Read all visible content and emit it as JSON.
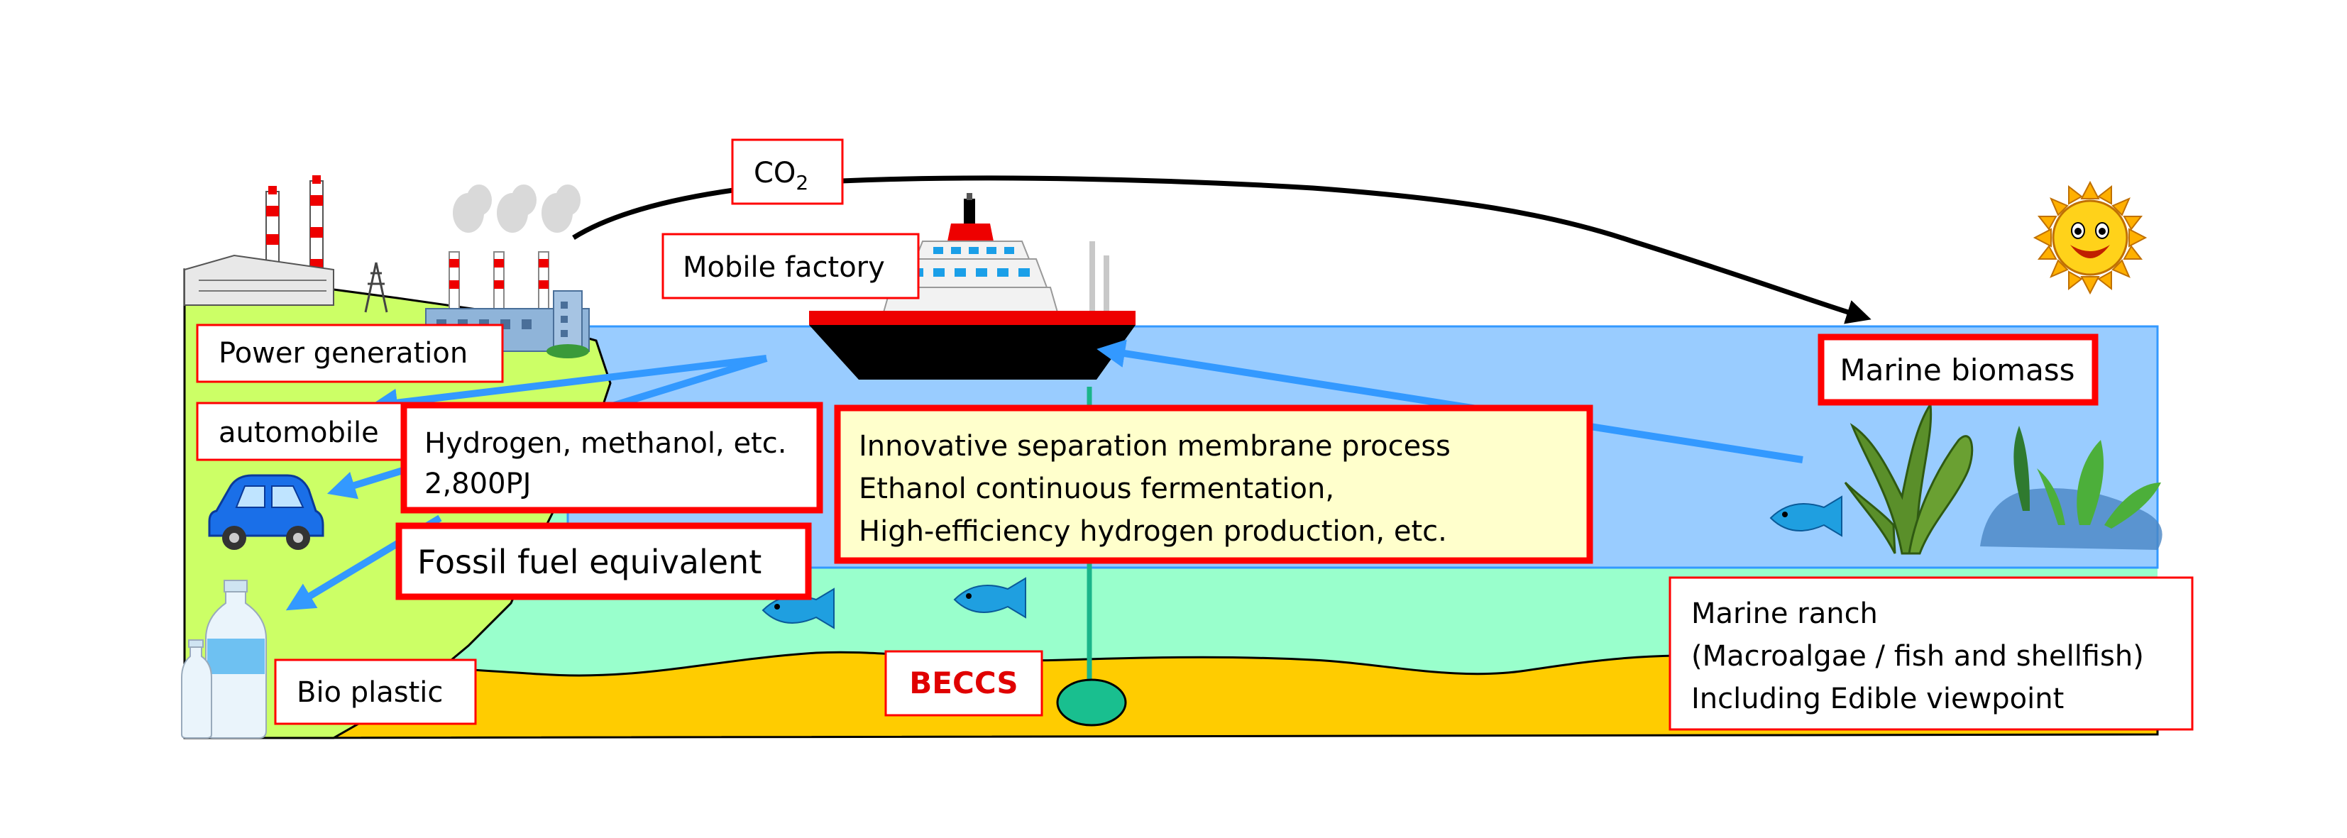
{
  "labels": {
    "co2_main": "CO",
    "co2_sub": "2",
    "mobile_factory": "Mobile factory",
    "power_generation": "Power generation",
    "automobile": "automobile",
    "hydrogen_line1": "Hydrogen, methanol, etc.",
    "hydrogen_line2": "2,800PJ",
    "fossil_fuel": "Fossil fuel equivalent",
    "bio_plastic": "Bio plastic",
    "beccs": "BECCS",
    "process_line1": "Innovative separation membrane process",
    "process_line2": "Ethanol continuous fermentation,",
    "process_line3": "High-efficiency hydrogen production, etc.",
    "marine_biomass": "Marine biomass",
    "ranch_line1": "Marine ranch",
    "ranch_line2": "(Macroalgae / fish and shellfish)",
    "ranch_line3": "Including Edible viewpoint"
  },
  "icons": {
    "sun": "sun-icon",
    "ship": "ship-icon",
    "factory": "factory-icon",
    "power_plant": "power-plant-icon",
    "car": "car-icon",
    "bottle": "bottle-icon",
    "fish": "fish-icon",
    "seaweed": "seaweed-icon"
  },
  "colors": {
    "sea_upper": "#99ccff",
    "sea_lower": "#99ffcc",
    "seabed": "#ffcc00",
    "land": "#ccff66",
    "arrow_blue": "#3399ff",
    "box_border_red": "#ff0000",
    "process_box_fill": "#ffffcc",
    "ship_red": "#ff0000",
    "ship_hull": "#000000"
  }
}
